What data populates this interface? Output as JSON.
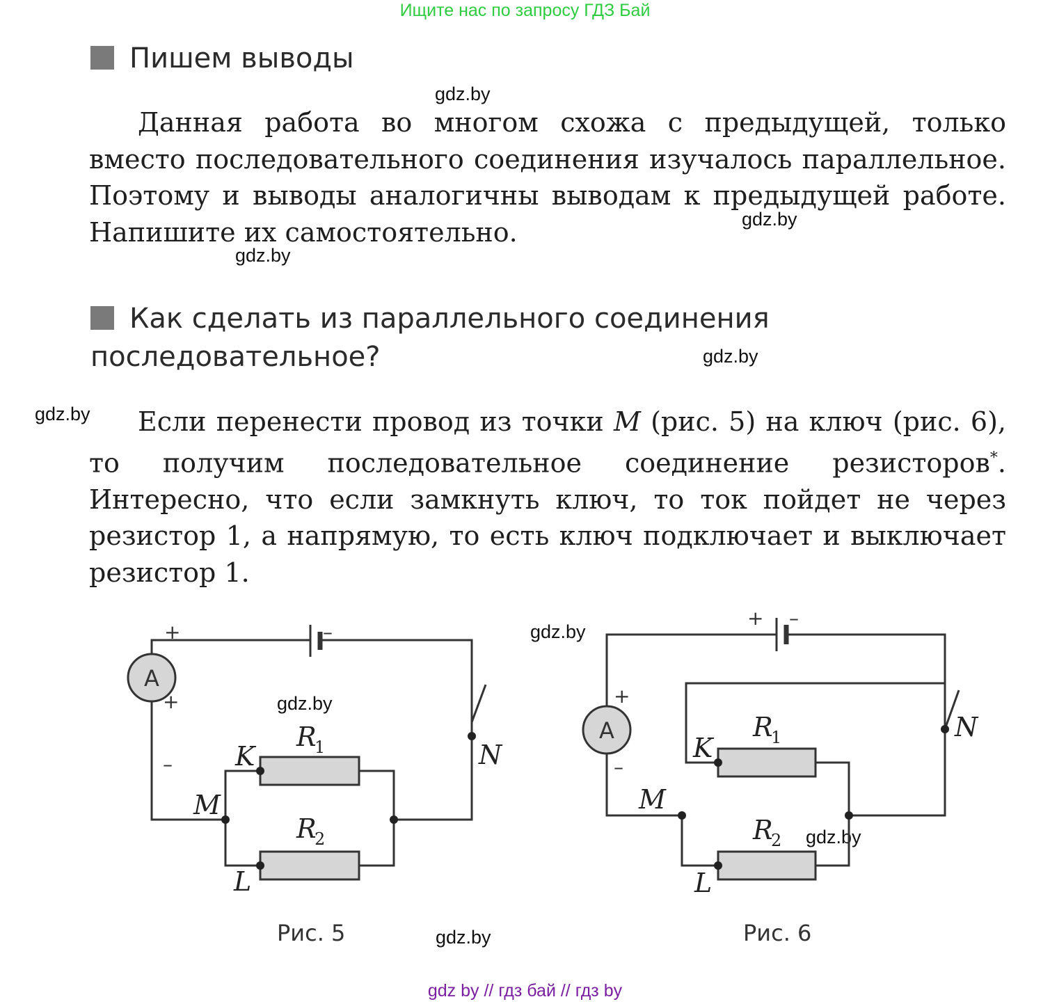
{
  "banner": "Ищите нас по запросу ГДЗ Бай",
  "section1": {
    "heading": "Пишем выводы",
    "text": "Данная работа во многом схожа с предыдущей, только вместо последовательного соединения изучалось параллельное. Поэтому и выводы аналогичны выводам к предыдущей работе. Напишите их самостоятельно."
  },
  "section2": {
    "heading_line1": "Как сделать из параллельного соединения",
    "heading_line2": "последовательное?",
    "text_part1": "Если перенести провод из точки ",
    "text_point": "M",
    "text_part2": " (рис. 5) на ключ (рис. 6), то получим последовательное соединение резисторов",
    "text_star": "*",
    "text_part3": ". Интересно, что если замкнуть ключ, то ток пойдет не через резистор 1, а напрямую, то есть ключ подключает и выключает резистор 1."
  },
  "watermark": "gdz.by",
  "figures": {
    "labels": {
      "plus": "+",
      "minus": "–",
      "ammeter": "A",
      "K": "K",
      "M": "M",
      "L": "L",
      "N": "N",
      "R": "R",
      "sub1": "1",
      "sub2": "2"
    },
    "fig5_caption": "Рис. 5",
    "fig6_caption": "Рис. 6"
  },
  "footer": "gdz by  //  гдз бай  //  гдз by",
  "colors": {
    "banner": "#2ecc40",
    "footer": "#7b1fa2",
    "resistor_fill": "#d6d6d6",
    "wire": "#333333"
  }
}
